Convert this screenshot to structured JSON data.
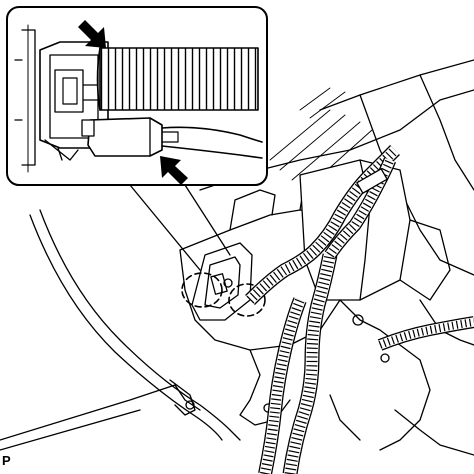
{
  "figure": {
    "code": "P",
    "stroke_color": "#000000",
    "background_color": "#ffffff"
  },
  "inset": {
    "callouts": [
      {
        "name": "arrow-icon",
        "points_to": "corrugated-tube"
      },
      {
        "name": "arrow-icon",
        "points_to": "connector-lock"
      }
    ]
  },
  "main_view": {
    "highlighted_clips": 2
  }
}
